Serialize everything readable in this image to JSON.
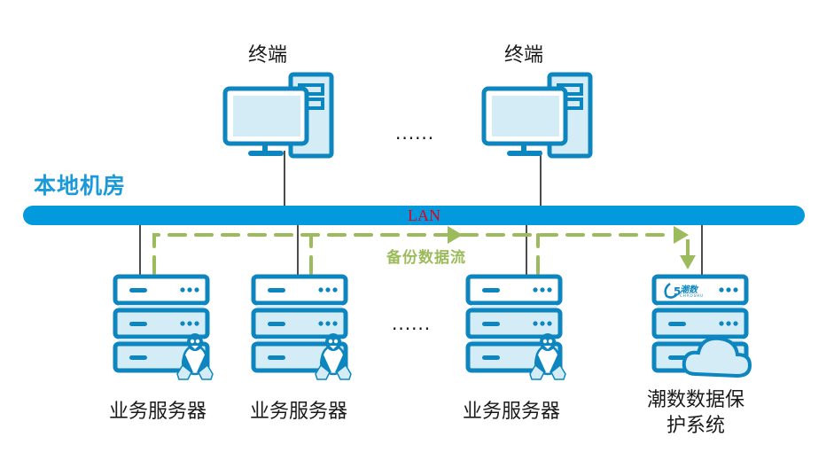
{
  "diagram": {
    "room_title": "本地机房",
    "network_label": "LAN",
    "flow_label": "备份数据流",
    "terminals": [
      {
        "label": "终端"
      },
      {
        "label": "终端"
      }
    ],
    "terminal_ellipsis": "......",
    "servers": [
      {
        "label": "业务服务器",
        "os_icon": "linux-penguin"
      },
      {
        "label": "业务服务器",
        "os_icon": "linux-penguin"
      },
      {
        "label": "业务服务器",
        "os_icon": "linux-penguin"
      }
    ],
    "server_ellipsis": "......",
    "protection_system": {
      "label_line1": "潮数数据保",
      "label_line2": "护系统",
      "brand": "潮数",
      "brand_sub": "CHAOSHU",
      "icon": "cloud"
    },
    "colors": {
      "device_stroke": "#0d86c0",
      "device_fill": "#d4ecf6",
      "lan_bar": "#0399dd",
      "room_title": "#1a9ad9",
      "lan_text": "#e3001b",
      "flow_line": "#9cbb5c"
    }
  }
}
